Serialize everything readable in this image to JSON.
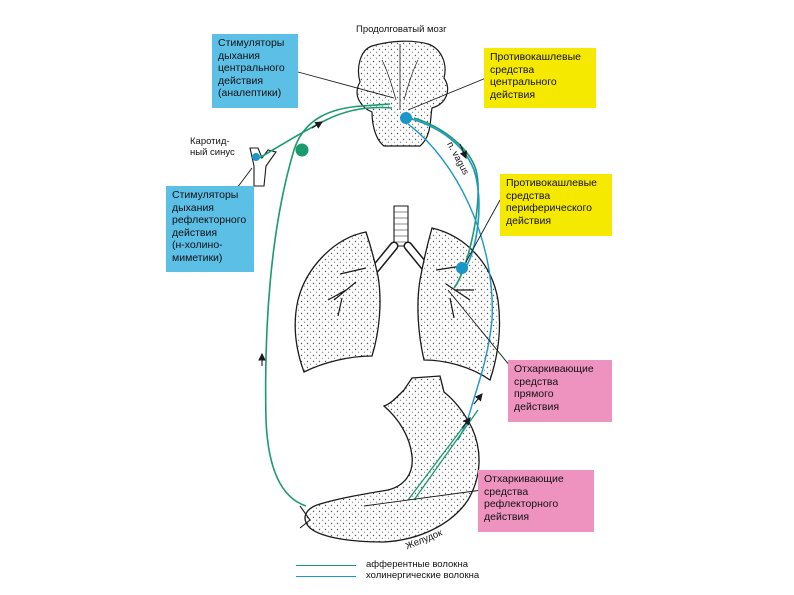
{
  "colors": {
    "blue_box": "#5bbfe6",
    "yellow_box": "#f5e900",
    "pink_box": "#ee93c0",
    "nerve_green": "#1b9a6e",
    "nerve_blue": "#1a96c8",
    "organ_fill": "#ececec",
    "outline": "#1a1a1a"
  },
  "labels": {
    "brain": "Продолговатый мозг",
    "carotid_line1": "Каротид-",
    "carotid_line2": "ный синус",
    "vagus": "n. vagus",
    "stomach": "Желудок"
  },
  "boxes": {
    "central_stimulants": [
      "Стимуляторы",
      "дыхания",
      "центрального",
      "действия",
      "(аналептики)"
    ],
    "reflex_stimulants": [
      "Стимуляторы",
      "дыхания",
      "рефлекторного",
      "действия",
      "(н-холино-",
      "миметики)"
    ],
    "central_antitussives": [
      "Противокашлевые",
      "средства",
      "центрального",
      "действия"
    ],
    "peripheral_antitussives": [
      "Противокашлевые",
      "средства",
      "периферического",
      "действия"
    ],
    "direct_expectorants": [
      "Отхаркивающие",
      "средства",
      "прямого",
      "действия"
    ],
    "reflex_expectorants": [
      "Отхаркивающие",
      "средства",
      "рефлекторного",
      "действия"
    ]
  },
  "legend": [
    {
      "label": "афферентные волокна",
      "color": "#1b9a6e"
    },
    {
      "label": "холинергические волокна",
      "color": "#1a96c8"
    }
  ]
}
